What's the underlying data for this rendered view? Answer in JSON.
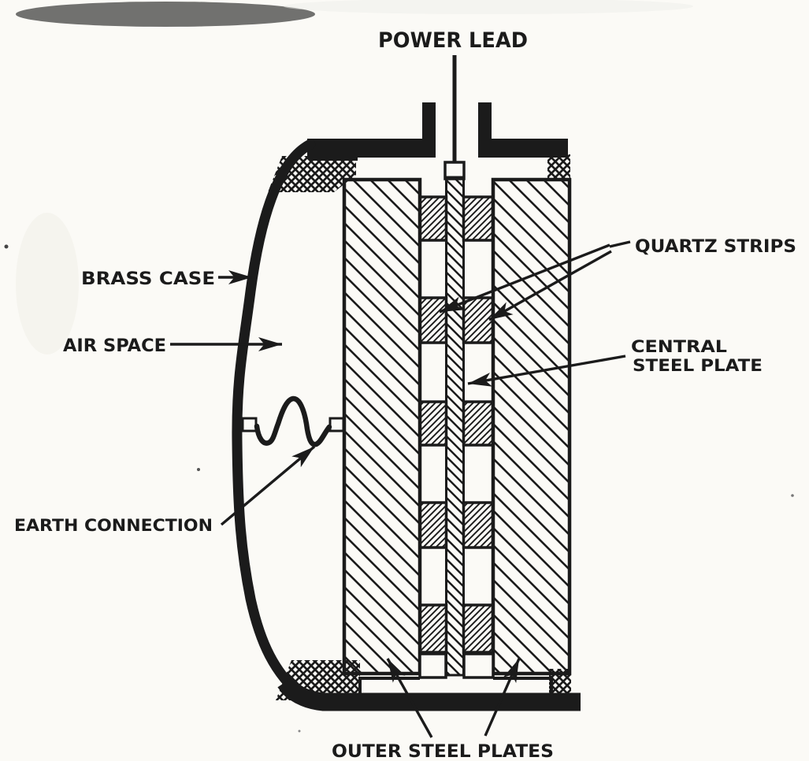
{
  "figure": {
    "kind": "cross-section line diagram",
    "subject": "quartz piezoelectric transducer in brass case"
  },
  "labels": {
    "power_lead": "POWER LEAD",
    "brass_case": "BRASS CASE",
    "air_space": "AIR SPACE",
    "earth_connection": "EARTH CONNECTION",
    "quartz_strips": "QUARTZ STRIPS",
    "central_steel_plate_line1": "CENTRAL",
    "central_steel_plate_line2": "STEEL PLATE",
    "outer_steel_plates": "OUTER STEEL PLATES"
  },
  "colors": {
    "ink": "#1b1b1b",
    "paper": "#fbfaf6"
  },
  "parts_annotated": [
    "power lead",
    "brass case",
    "air space",
    "earth connection",
    "quartz strips",
    "central steel plate",
    "outer steel plates"
  ],
  "quartz_strip_rows": 5,
  "quartz_strip_columns": 2
}
